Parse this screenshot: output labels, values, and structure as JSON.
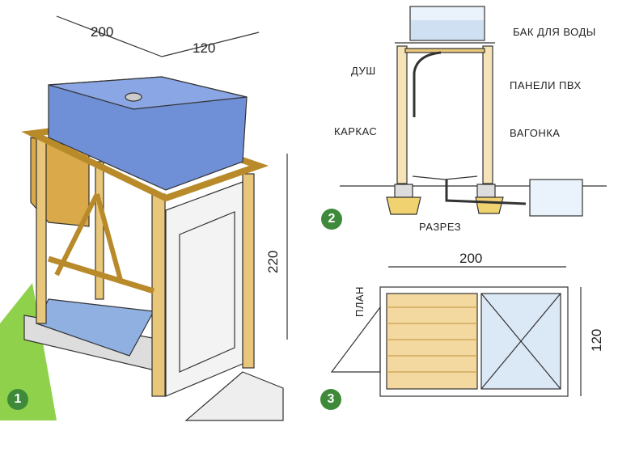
{
  "figure1": {
    "badge": "1",
    "dim_width": "200",
    "dim_depth": "120",
    "dim_height": "220"
  },
  "figure2": {
    "badge": "2",
    "title": "РАЗРЕЗ",
    "labels": {
      "tank": "БАК ДЛЯ ВОДЫ",
      "shower": "ДУШ",
      "pvc_panels": "ПАНЕЛИ ПВХ",
      "frame": "КАРКАС",
      "lining": "ВАГОНКА"
    }
  },
  "figure3": {
    "badge": "3",
    "title": "ПЛАН",
    "dim_width": "200",
    "dim_depth": "120"
  },
  "colors": {
    "wood": "#e9c77a",
    "tank": "#6f8fd6",
    "grass": "#8fd14a",
    "water": "#cfe0f2",
    "badge": "#3e8a3a"
  }
}
